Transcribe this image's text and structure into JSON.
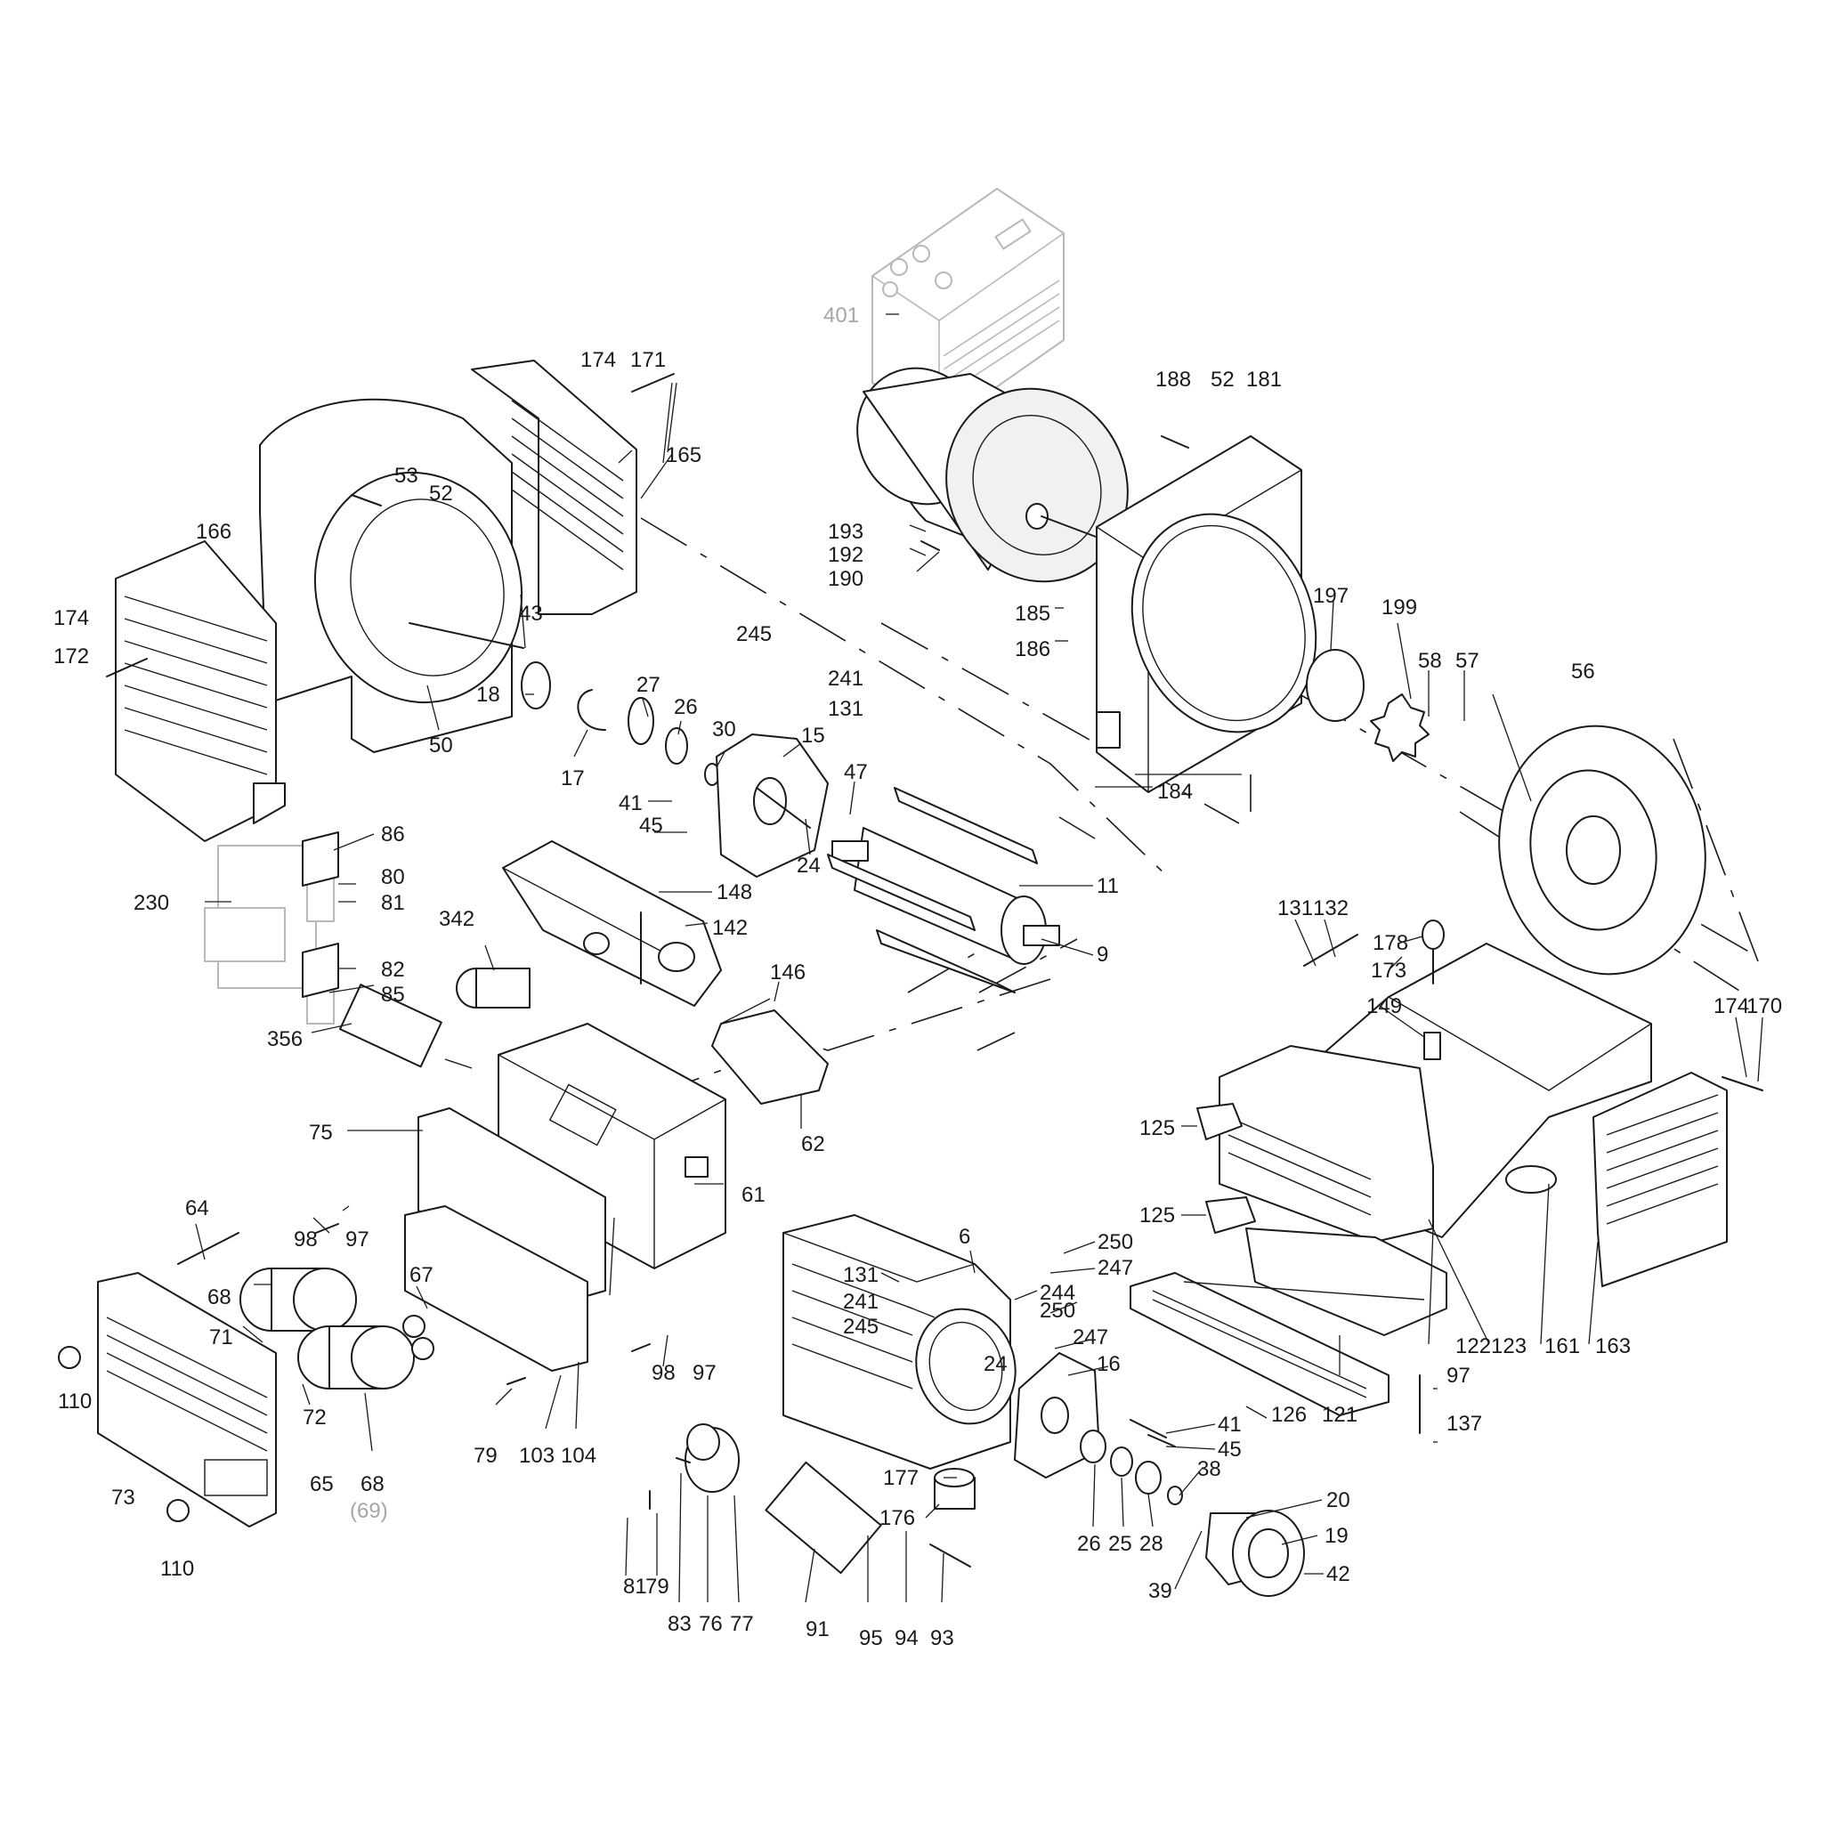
{
  "labels": {
    "l401": "401",
    "l174a": "174",
    "l171": "171",
    "l165": "165",
    "l53": "53",
    "l52a": "52",
    "l166": "166",
    "l174b": "174",
    "l172": "172",
    "l43": "43",
    "l18": "18",
    "l27": "27",
    "l26a": "26",
    "l30": "30",
    "l17": "17",
    "l50": "50",
    "l188": "188",
    "l52b": "52",
    "l181": "181",
    "l193": "193",
    "l192": "192",
    "l190": "190",
    "l185": "185",
    "l186": "186",
    "l197": "197",
    "l199": "199",
    "l58": "58",
    "l57": "57",
    "l56": "56",
    "l245a": "245",
    "l241a": "241",
    "l131a": "131",
    "l15": "15",
    "l47": "47",
    "l41a": "41",
    "l45a": "45",
    "l24a": "24",
    "l11": "11",
    "l9": "9",
    "l184": "184",
    "l86": "86",
    "l80": "80",
    "l81a": "81",
    "l230": "230",
    "l82": "82",
    "l85": "85",
    "l356": "356",
    "l148": "148",
    "l142": "142",
    "l342": "342",
    "l146": "146",
    "l62": "62",
    "l61": "61",
    "l75": "75",
    "l64": "64",
    "l98a": "98",
    "l97a": "97",
    "l68a": "68",
    "l67": "67",
    "l71": "71",
    "l72": "72",
    "l110a": "110",
    "l65": "65",
    "l68b": "68",
    "l69": "(69)",
    "l73": "73",
    "l110b": "110",
    "l79a": "79",
    "l103": "103",
    "l104": "104",
    "l98b": "98",
    "l97b": "97",
    "l81b": "81",
    "l79b": "79",
    "l83": "83",
    "l76": "76",
    "l77": "77",
    "l91": "91",
    "l95": "95",
    "l94": "94",
    "l93": "93",
    "l6": "6",
    "l131b": "131",
    "l241b": "241",
    "l245b": "245",
    "l24b": "24",
    "l250a": "250",
    "l247a": "247",
    "l244": "244",
    "l250b": "250",
    "l247b": "247",
    "l16": "16",
    "l41b": "41",
    "l45b": "45",
    "l177": "177",
    "l176": "176",
    "l26b": "26",
    "l25": "25",
    "l28": "28",
    "l38": "38",
    "l20": "20",
    "l19": "19",
    "l42": "42",
    "l39": "39",
    "l131c": "131",
    "l132": "132",
    "l178": "178",
    "l173": "173",
    "l149": "149",
    "l174c": "174",
    "l170": "170",
    "l125a": "125",
    "l125b": "125",
    "l122": "122",
    "l123": "123",
    "l161": "161",
    "l163": "163",
    "l121": "121",
    "l126": "126",
    "l97c": "97",
    "l137": "137"
  },
  "colors": {
    "line": "#1a1a1a",
    "optional_part": "#a6a6a6",
    "background": "#ffffff"
  }
}
